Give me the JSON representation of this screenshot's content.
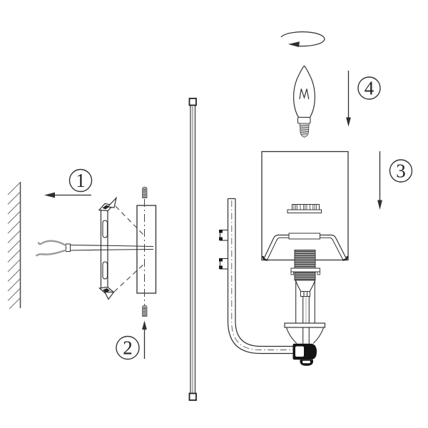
{
  "diagram_title": "wall-sconce-assembly-instructions",
  "steps": [
    {
      "number": "1",
      "arrow_icon": "arrow-left-icon"
    },
    {
      "number": "2",
      "arrow_icon": "arrow-up-icon"
    },
    {
      "number": "3",
      "arrow_icon": "arrow-down-icon"
    },
    {
      "number": "4",
      "arrow_icon": "arrow-down-icon"
    }
  ],
  "icons": {
    "rotation": "rotate-screw-bulb-icon"
  },
  "colors": {
    "line": "#2e2e2e",
    "wire_gray": "#9a9a9a",
    "thread_gray": "#9a9a9a",
    "thread_ridge": "#3d3d3d",
    "screw_gray": "#b8b8b8",
    "socket_black": "#141414",
    "background": "#ffffff"
  }
}
